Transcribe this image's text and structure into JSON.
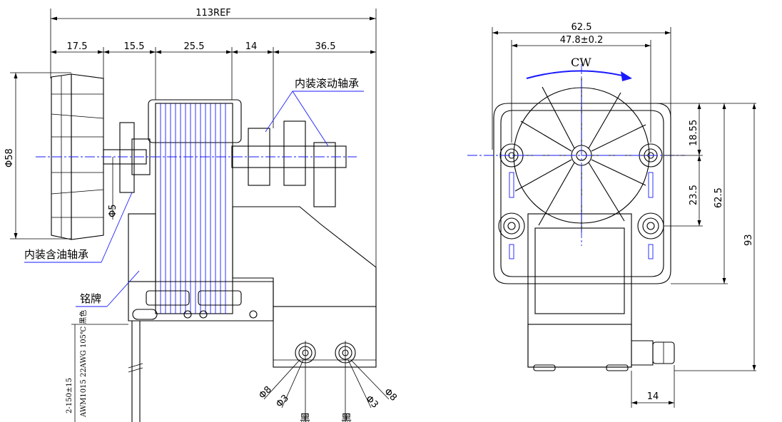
{
  "side_view": {
    "overall": "113REF",
    "segments": [
      "17.5",
      "15.5",
      "25.5",
      "14",
      "36.5"
    ],
    "fan_diameter": "Φ58",
    "shaft_diameter": "Φ5",
    "note_rolling_bearing": "内装滚动轴承",
    "note_oil_bearing": "内装含油轴承",
    "note_nameplate": "铭牌",
    "lead_spec": "2-150±15",
    "lead_wire": "AWM1015 22AWG 105℃ 黑色",
    "hole_left_outer": "Φ8",
    "hole_left_inner": "Φ3",
    "hole_right_inner": "Φ3",
    "hole_right_outer": "Φ8",
    "label_left": "黑",
    "label_right": "黑"
  },
  "front_view": {
    "width_outer": "62.5",
    "width_holes": "47.8±0.2",
    "rotation": "CW",
    "dim_top": "18.55",
    "dim_mid": "23.5",
    "dim_height_frame": "62.5",
    "dim_total_height": "93",
    "dim_pipe": "14"
  },
  "colors": {
    "line": "#000000",
    "centerline": "#1a1aff",
    "rotation_arrow": "#1a1aff"
  }
}
